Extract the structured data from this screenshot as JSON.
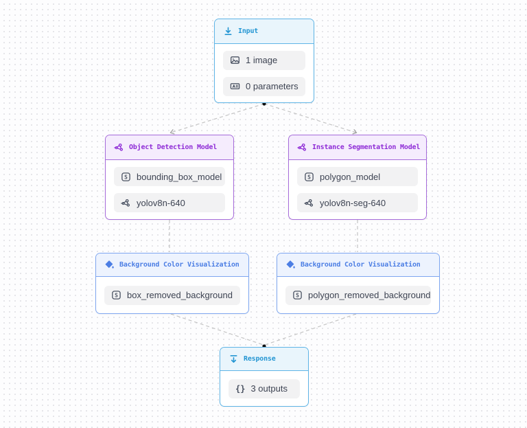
{
  "canvas": {
    "background": "dot-grid",
    "dot_color": "#dddde2",
    "edge_color": "#c4c4c4",
    "handle_color": "#111111"
  },
  "colors": {
    "sky_blue_border": "#5eb4e6",
    "sky_blue_text": "#2496d3",
    "purple_border": "#a66bda",
    "purple_text": "#8e2bd6",
    "indigo_border": "#7ea6f0",
    "indigo_text": "#4c7ee4",
    "pill_bg": "#f2f2f3",
    "pill_text": "#3d4352"
  },
  "nodes": {
    "input": {
      "title": "Input",
      "icon": "download-icon",
      "pills": [
        {
          "icon": "image-icon",
          "text": "1 image"
        },
        {
          "icon": "parameters-icon",
          "text": "0 parameters"
        }
      ]
    },
    "object_detection": {
      "title": "Object Detection Model",
      "icon": "model-graph-icon",
      "pills": [
        {
          "icon": "string-icon",
          "text": "bounding_box_model"
        },
        {
          "icon": "model-graph-icon",
          "text": "yolov8n-640"
        }
      ]
    },
    "instance_segmentation": {
      "title": "Instance Segmentation Model",
      "icon": "model-graph-icon",
      "pills": [
        {
          "icon": "string-icon",
          "text": "polygon_model"
        },
        {
          "icon": "model-graph-icon",
          "text": "yolov8n-seg-640"
        }
      ]
    },
    "background_viz_left": {
      "title": "Background Color Visualization",
      "icon": "paint-bucket-icon",
      "pills": [
        {
          "icon": "string-icon",
          "text": "box_removed_background"
        }
      ]
    },
    "background_viz_right": {
      "title": "Background Color Visualization",
      "icon": "paint-bucket-icon",
      "pills": [
        {
          "icon": "string-icon",
          "text": "polygon_removed_background"
        }
      ]
    },
    "response": {
      "title": "Response",
      "icon": "import-down-icon",
      "pills": [
        {
          "icon": "braces-icon",
          "glyph": "{}",
          "text": "3 outputs"
        }
      ]
    }
  },
  "edges": [
    {
      "from": "input",
      "to": "object_detection",
      "style": "dashed"
    },
    {
      "from": "input",
      "to": "instance_segmentation",
      "style": "dashed"
    },
    {
      "from": "object_detection",
      "to": "background_viz_left",
      "style": "dashed"
    },
    {
      "from": "instance_segmentation",
      "to": "background_viz_right",
      "style": "dashed"
    },
    {
      "from": "background_viz_left",
      "to": "response",
      "style": "dashed"
    },
    {
      "from": "background_viz_right",
      "to": "response",
      "style": "dashed"
    }
  ]
}
